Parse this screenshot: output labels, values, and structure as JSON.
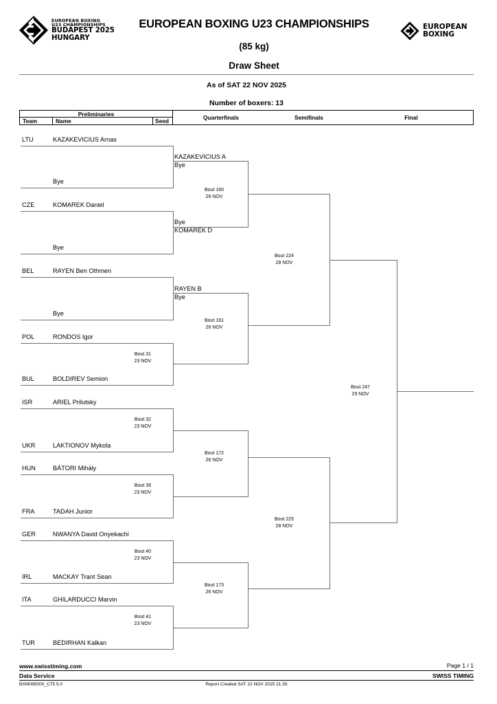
{
  "header": {
    "title": "EUROPEAN BOXING U23 CHAMPIONSHIPS",
    "weight_class": "(85 kg)",
    "sheet_name": "Draw Sheet",
    "as_of": "As of SAT 22 NOV 2025",
    "boxer_count_label": "Number of boxers: 13",
    "left_logo": {
      "line1": "EUROPEAN BOXING",
      "line2": "U23 CHAMPIONSHIPS",
      "line3": "BUDAPEST 2025",
      "line4": "HUNGARY"
    },
    "right_logo": {
      "line1": "EUROPEAN",
      "line2": "BOXING"
    }
  },
  "columns": {
    "preliminaries": "Preliminaries",
    "team": "Team",
    "name": "Name",
    "seed": "Seed",
    "quarterfinals": "Quarterfinals",
    "semifinals": "Semifinals",
    "final": "Final"
  },
  "preliminaries": [
    {
      "team": "LTU",
      "name": "KAZAKEVICIUS Arnas",
      "seed": ""
    },
    {
      "team": "",
      "name": "Bye",
      "seed": ""
    },
    {
      "team": "CZE",
      "name": "KOMAREK Daniel",
      "seed": ""
    },
    {
      "team": "",
      "name": "Bye",
      "seed": ""
    },
    {
      "team": "BEL",
      "name": "RAYEN Ben Othmen",
      "seed": ""
    },
    {
      "team": "",
      "name": "Bye",
      "seed": ""
    },
    {
      "team": "POL",
      "name": "RONDOS Igor",
      "seed": ""
    },
    {
      "team": "BUL",
      "name": "BOLDIREV Semion",
      "seed": ""
    },
    {
      "team": "ISR",
      "name": "ARIEL Prilutsky",
      "seed": ""
    },
    {
      "team": "UKR",
      "name": "LAKTIONOV Mykola",
      "seed": ""
    },
    {
      "team": "HUN",
      "name": "BÁTORI Mihály",
      "seed": ""
    },
    {
      "team": "FRA",
      "name": "TADAH Junior",
      "seed": ""
    },
    {
      "team": "GER",
      "name": "NWANYA David Onyekachi",
      "seed": ""
    },
    {
      "team": "IRL",
      "name": "MACKAY Trant Sean",
      "seed": ""
    },
    {
      "team": "ITA",
      "name": "GHILARDUCCI Marvin",
      "seed": ""
    },
    {
      "team": "TUR",
      "name": "BEDIRHAN Kalkan",
      "seed": ""
    }
  ],
  "prelim_bouts": [
    {
      "number": "Bout  31",
      "date": "23 NOV"
    },
    {
      "number": "Bout  32",
      "date": "23 NOV"
    },
    {
      "number": "Bout  39",
      "date": "23 NOV"
    },
    {
      "number": "Bout  40",
      "date": "23 NOV"
    },
    {
      "number": "Bout  41",
      "date": "23 NOV"
    }
  ],
  "quarterfinals": {
    "qualified": [
      {
        "top": "KAZAKEVICIUS A",
        "bottom": "Bye"
      },
      {
        "top": "Bye",
        "bottom": "KOMAREK D"
      },
      {
        "top": "RAYEN B",
        "bottom": "Bye"
      }
    ],
    "bouts": [
      {
        "number": "Bout  160",
        "date": "26 NOV"
      },
      {
        "number": "Bout  161",
        "date": "26 NOV"
      },
      {
        "number": "Bout  172",
        "date": "26 NOV"
      },
      {
        "number": "Bout  173",
        "date": "26 NOV"
      }
    ]
  },
  "semifinals": {
    "bouts": [
      {
        "number": "Bout  224",
        "date": "28 NOV"
      },
      {
        "number": "Bout  225",
        "date": "28 NOV"
      }
    ]
  },
  "final": {
    "bout": {
      "number": "Bout  247",
      "date": "29 NOV"
    }
  },
  "footer": {
    "website": "www.swisstiming.com",
    "page": "Page 1 / 1",
    "data_service": "Data Service",
    "swiss_timing": "SWISS TIMING",
    "doc_code": "BXM085000_C75 5.0",
    "report_created": "Report Created  SAT 22 NOV 2025 21:35"
  },
  "chart_data": {
    "type": "table",
    "title": "EUROPEAN BOXING U23 CHAMPIONSHIPS (85 kg) Draw Sheet",
    "rounds": [
      "Preliminaries",
      "Quarterfinals",
      "Semifinals",
      "Final"
    ],
    "entries": 13,
    "matches": [
      {
        "round": "Preliminaries",
        "bout": "31",
        "date": "23 NOV",
        "competitors": [
          "POL RONDOS Igor",
          "BUL BOLDIREV Semion"
        ]
      },
      {
        "round": "Preliminaries",
        "bout": "32",
        "date": "23 NOV",
        "competitors": [
          "ISR ARIEL Prilutsky",
          "UKR LAKTIONOV Mykola"
        ]
      },
      {
        "round": "Preliminaries",
        "bout": "39",
        "date": "23 NOV",
        "competitors": [
          "HUN BÁTORI Mihály",
          "FRA TADAH Junior"
        ]
      },
      {
        "round": "Preliminaries",
        "bout": "40",
        "date": "23 NOV",
        "competitors": [
          "GER NWANYA David Onyekachi",
          "IRL MACKAY Trant Sean"
        ]
      },
      {
        "round": "Preliminaries",
        "bout": "41",
        "date": "23 NOV",
        "competitors": [
          "ITA GHILARDUCCI Marvin",
          "TUR BEDIRHAN Kalkan"
        ]
      },
      {
        "round": "Quarterfinals",
        "bout": "160",
        "date": "26 NOV",
        "competitors": [
          "KAZAKEVICIUS A",
          "KOMAREK D"
        ]
      },
      {
        "round": "Quarterfinals",
        "bout": "161",
        "date": "26 NOV",
        "competitors": [
          "RAYEN B",
          "Winner Bout 31"
        ]
      },
      {
        "round": "Quarterfinals",
        "bout": "172",
        "date": "26 NOV",
        "competitors": [
          "Winner Bout 32",
          "Winner Bout 39"
        ]
      },
      {
        "round": "Quarterfinals",
        "bout": "173",
        "date": "26 NOV",
        "competitors": [
          "Winner Bout 40",
          "Winner Bout 41"
        ]
      },
      {
        "round": "Semifinals",
        "bout": "224",
        "date": "28 NOV",
        "competitors": [
          "Winner Bout 160",
          "Winner Bout 161"
        ]
      },
      {
        "round": "Semifinals",
        "bout": "225",
        "date": "28 NOV",
        "competitors": [
          "Winner Bout 172",
          "Winner Bout 173"
        ]
      },
      {
        "round": "Final",
        "bout": "247",
        "date": "29 NOV",
        "competitors": [
          "Winner Bout 224",
          "Winner Bout 225"
        ]
      }
    ]
  }
}
